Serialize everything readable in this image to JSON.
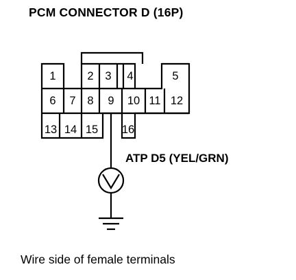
{
  "title": "PCM CONNECTOR D (16P)",
  "wire_label": "ATP D5 (YEL/GRN)",
  "caption": "Wire side of female terminals",
  "pins": [
    {
      "num": "1"
    },
    {
      "num": "2"
    },
    {
      "num": "3"
    },
    {
      "num": "4"
    },
    {
      "num": "5"
    },
    {
      "num": "6"
    },
    {
      "num": "7"
    },
    {
      "num": "8"
    },
    {
      "num": "9"
    },
    {
      "num": "10"
    },
    {
      "num": "11"
    },
    {
      "num": "12"
    },
    {
      "num": "13"
    },
    {
      "num": "14"
    },
    {
      "num": "15"
    },
    {
      "num": "16"
    }
  ],
  "probe_pin": "9",
  "symbols": {
    "meter": "voltmeter-icon",
    "ground": "ground-icon"
  }
}
